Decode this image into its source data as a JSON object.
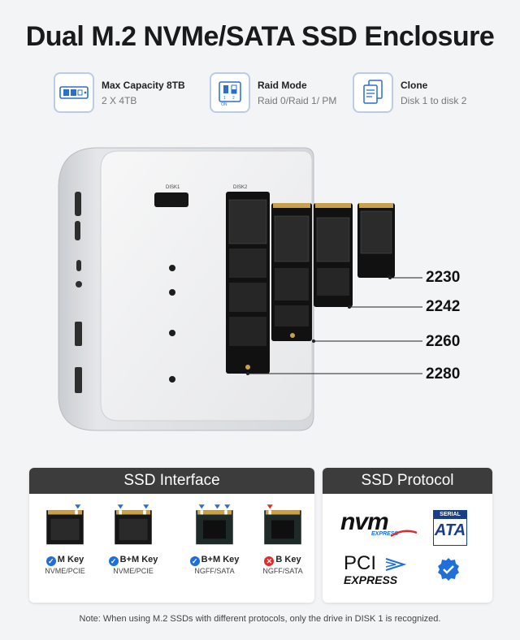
{
  "title": "Dual M.2 NVMe/SATA SSD Enclosure",
  "features": [
    {
      "icon": "ssd-capacity-icon",
      "heading": "Max Capacity 8TB",
      "sub": "2 X 4TB"
    },
    {
      "icon": "dip-switch-icon",
      "heading": "Raid Mode",
      "sub": "Raid 0/Raid 1/ PM",
      "switch_labels": [
        "1",
        "2",
        "ON"
      ]
    },
    {
      "icon": "clone-document-icon",
      "heading": "Clone",
      "sub": "Disk 1 to disk 2"
    }
  ],
  "device": {
    "disk1_label": "DISK1",
    "disk2_label": "DISK2",
    "sizes": [
      "2230",
      "2242",
      "2260",
      "2280"
    ]
  },
  "interface": {
    "heading": "SSD Interface",
    "keys": [
      {
        "name": "M Key",
        "sub": "NVME/PCIE",
        "supported": true
      },
      {
        "name": "B+M Key",
        "sub": "NVME/PCIE",
        "supported": true
      },
      {
        "name": "B+M Key",
        "sub": "NGFF/SATA",
        "supported": true
      },
      {
        "name": "B Key",
        "sub": "NGFF/SATA",
        "supported": false
      }
    ],
    "colors": {
      "check": "#1e6fd9",
      "cross": "#e02b2b"
    }
  },
  "protocol": {
    "heading": "SSD Protocol",
    "nvm_text": "nvm",
    "nvm_sub": "EXPRESS",
    "sata_top": "SERIAL",
    "sata_text": "ATA",
    "pci_text": "PCI",
    "pci_sub": "EXPRESS"
  },
  "note": "Note: When using M.2 SSDs with different protocols, only the drive in DISK 1 is recognized."
}
